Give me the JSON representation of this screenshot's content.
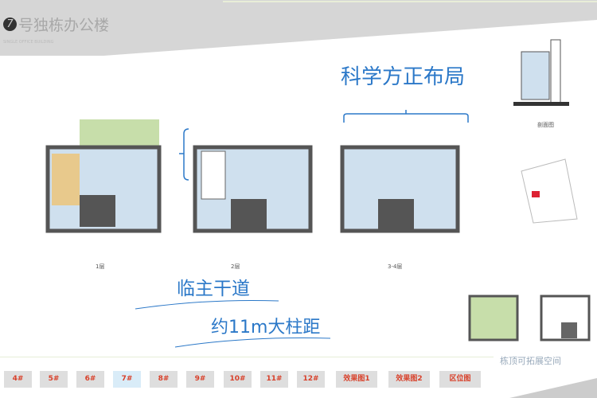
{
  "header": {
    "badge_number": "7",
    "title": "号独栋办公楼",
    "subtitle": "SINGLE OFFICE BUILDING"
  },
  "annotations": {
    "layout": "科学方正布局",
    "road": "临主干道",
    "column": "约11m大柱距"
  },
  "plans": [
    {
      "label": "1层"
    },
    {
      "label": "2层"
    },
    {
      "label": "3-4层"
    }
  ],
  "section": {
    "label": "剖面图"
  },
  "roof": {
    "caption": "栋顶可拓展空间"
  },
  "tabs": [
    {
      "label": "4#"
    },
    {
      "label": "5#"
    },
    {
      "label": "6#"
    },
    {
      "label": "7#",
      "active": true
    },
    {
      "label": "8#"
    },
    {
      "label": "9#"
    },
    {
      "label": "10#"
    },
    {
      "label": "11#"
    },
    {
      "label": "12#"
    },
    {
      "label": "效果图1"
    },
    {
      "label": "效果图2"
    },
    {
      "label": "区位图"
    }
  ],
  "colors": {
    "accent": "#2b78c8",
    "tab_text": "#d8402a",
    "tab_bg": "#dedede",
    "tab_active_bg": "#d9ecf8"
  }
}
